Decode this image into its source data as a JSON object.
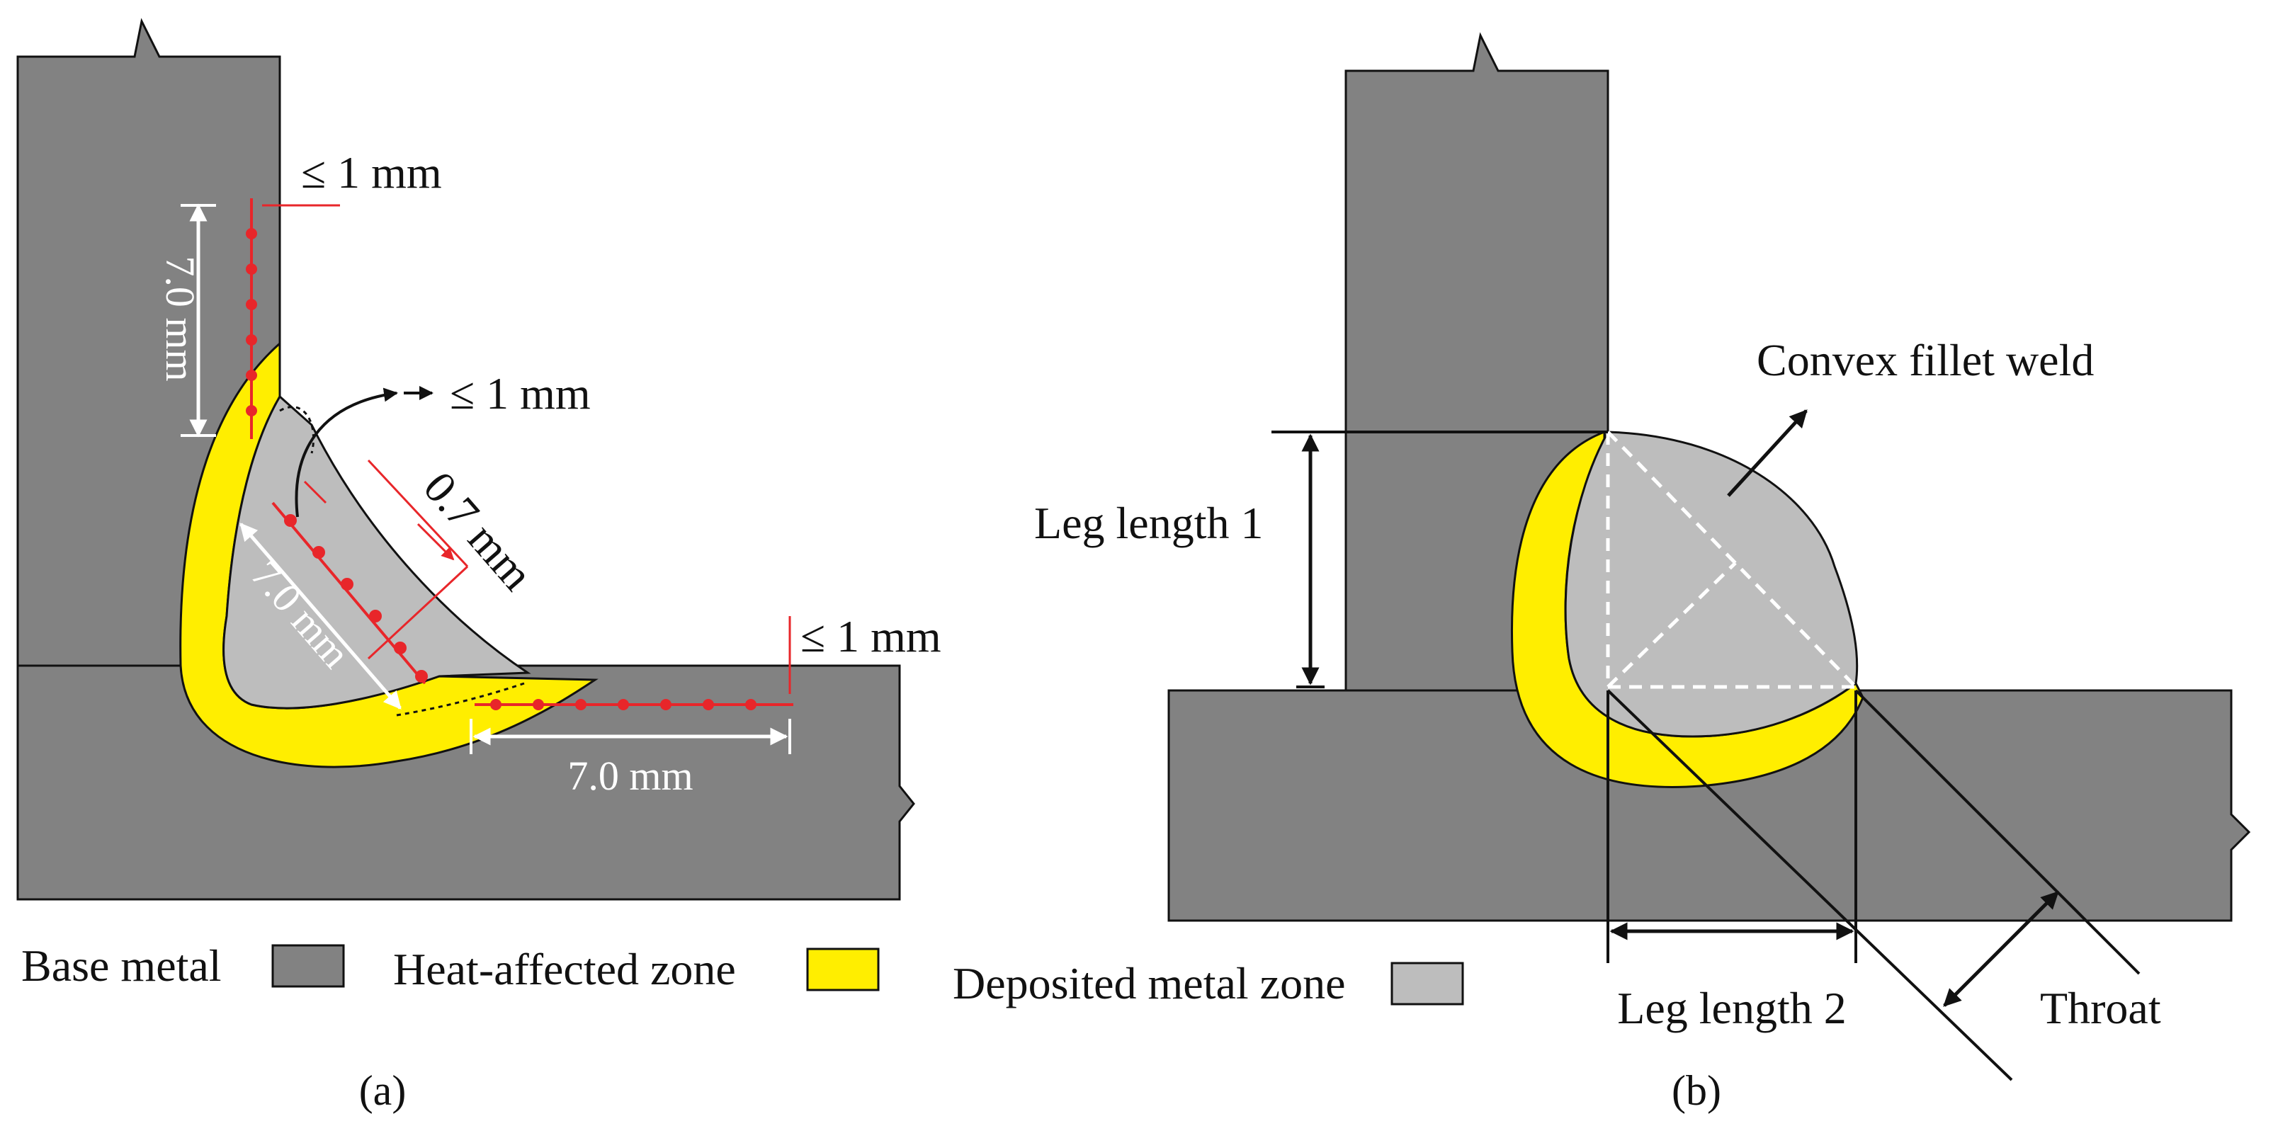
{
  "colors": {
    "base_metal": "#828282",
    "heat_affected_zone": "#ffee00",
    "deposited_metal": "#bdbdbd",
    "measure_points": "#e8262a",
    "outline": "#111111",
    "dim_white": "#ffffff"
  },
  "panel_a": {
    "label": "(a)",
    "dim_top_gap": "≤ 1 mm",
    "dim_vertical_leg": "7.0 mm",
    "dim_root_gap": "≤ 1 mm",
    "dim_throat_offset": "0.7 mm",
    "dim_diagonal": "7.0 mm",
    "dim_bottom_gap": "≤ 1 mm",
    "dim_horizontal_leg": "7.0 mm"
  },
  "panel_b": {
    "label": "(b)",
    "weld_name": "Convex fillet weld",
    "leg_length_1": "Leg length 1",
    "leg_length_2": "Leg length 2",
    "throat": "Throat"
  },
  "legend": [
    {
      "label": "Base metal",
      "color": "#828282"
    },
    {
      "label": "Heat-affected zone",
      "color": "#ffee00"
    },
    {
      "label": "Deposited metal zone",
      "color": "#bdbdbd"
    }
  ]
}
